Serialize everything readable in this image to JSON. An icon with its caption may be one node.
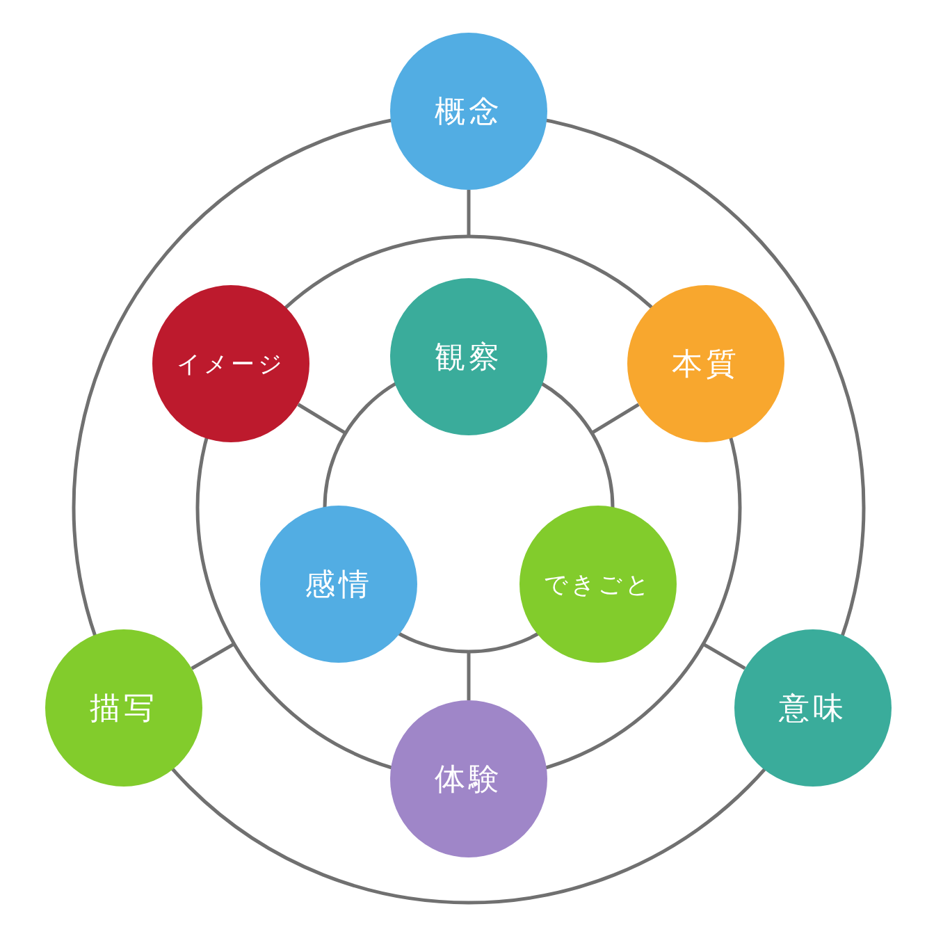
{
  "diagram": {
    "nodes": [
      {
        "text": [
          "概念"
        ]
      },
      {
        "text": [
          "イメージ"
        ]
      },
      {
        "text": [
          "観察"
        ]
      },
      {
        "text": [
          "本質"
        ]
      },
      {
        "text": [
          "感情"
        ]
      },
      {
        "text": [
          "できごと"
        ]
      },
      {
        "text": [
          "描写"
        ]
      },
      {
        "text": [
          "意味"
        ]
      },
      {
        "text": [
          "体験"
        ]
      }
    ],
    "edges": [
      {
        "from": 0,
        "to": null,
        "arrow": "none"
      },
      {
        "from": 1,
        "to": null,
        "arrow": "none"
      },
      {
        "from": 3,
        "to": null,
        "arrow": "none"
      },
      {
        "from": 6,
        "to": null,
        "arrow": "none"
      },
      {
        "from": 7,
        "to": null,
        "arrow": "none"
      },
      {
        "from": 8,
        "to": null,
        "arrow": "none"
      }
    ]
  }
}
